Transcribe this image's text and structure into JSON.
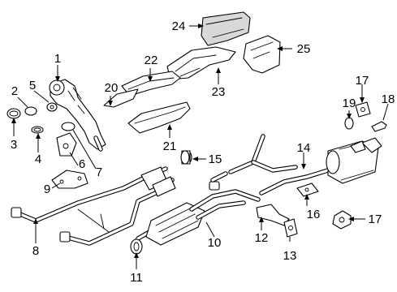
{
  "callouts": [
    {
      "id": "1",
      "text": "1"
    },
    {
      "id": "2",
      "text": "2"
    },
    {
      "id": "3",
      "text": "3"
    },
    {
      "id": "4",
      "text": "4"
    },
    {
      "id": "5",
      "text": "5"
    },
    {
      "id": "6",
      "text": "6"
    },
    {
      "id": "7",
      "text": "7"
    },
    {
      "id": "8",
      "text": "8"
    },
    {
      "id": "9",
      "text": "9"
    },
    {
      "id": "10",
      "text": "10"
    },
    {
      "id": "11",
      "text": "11"
    },
    {
      "id": "12",
      "text": "12"
    },
    {
      "id": "13",
      "text": "13"
    },
    {
      "id": "14",
      "text": "14"
    },
    {
      "id": "15",
      "text": "15"
    },
    {
      "id": "16",
      "text": "16"
    },
    {
      "id": "17a",
      "text": "17"
    },
    {
      "id": "17b",
      "text": "17"
    },
    {
      "id": "18",
      "text": "18"
    },
    {
      "id": "19",
      "text": "19"
    },
    {
      "id": "20",
      "text": "20"
    },
    {
      "id": "21",
      "text": "21"
    },
    {
      "id": "22",
      "text": "22"
    },
    {
      "id": "23",
      "text": "23"
    },
    {
      "id": "24",
      "text": "24"
    },
    {
      "id": "25",
      "text": "25"
    }
  ]
}
